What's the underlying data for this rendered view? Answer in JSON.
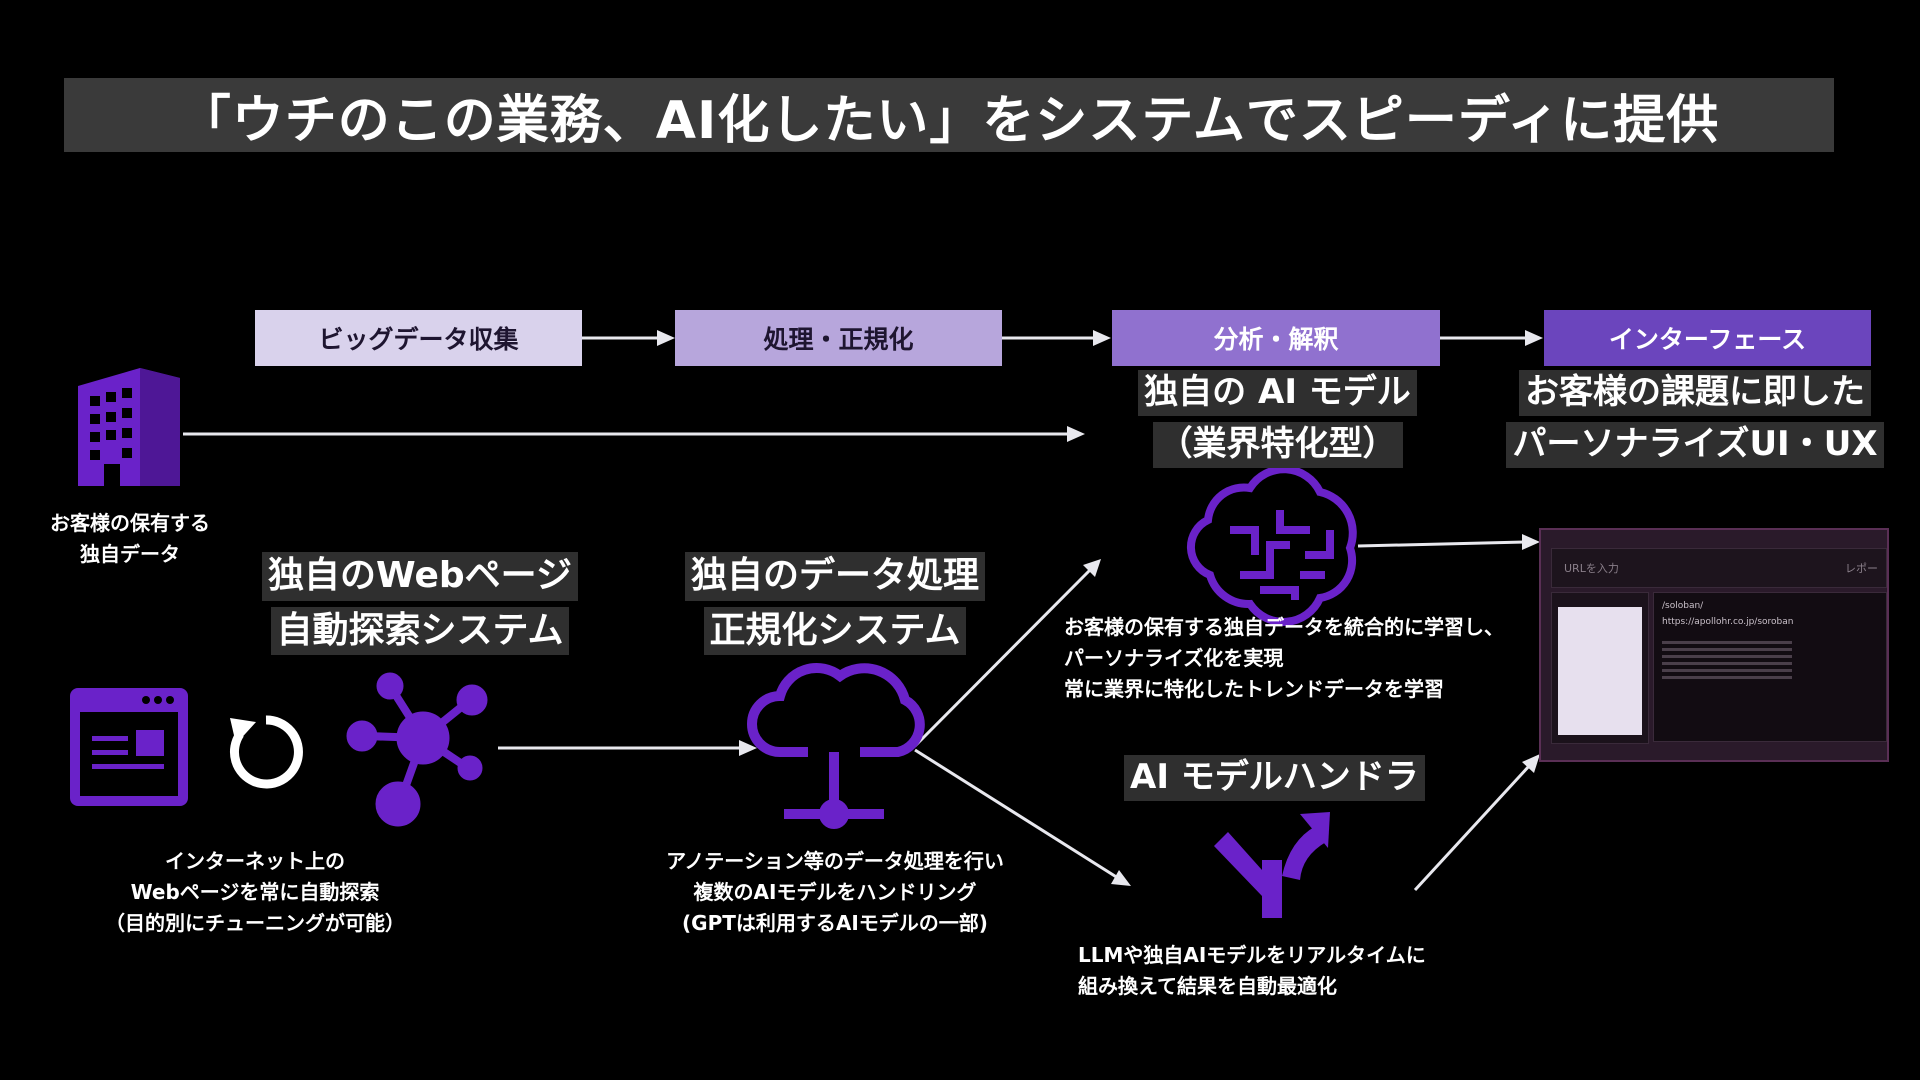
{
  "title": "「ウチのこの業務、AI化したい」をシステムでスピーディに提供",
  "stages": [
    {
      "label": "ビッグデータ収集",
      "color": "#d9d2ec"
    },
    {
      "label": "処理・正規化",
      "color": "#b7a6dc"
    },
    {
      "label": "分析・解釈",
      "color": "#9071cf"
    },
    {
      "label": "インターフェース",
      "color": "#6b45bd"
    }
  ],
  "customer_data": {
    "icon": "building-icon",
    "caption_lines": [
      "お客様の保有する",
      "独自データ"
    ]
  },
  "web_system": {
    "heading_lines": [
      "独自のWebページ",
      "自動探索システム"
    ],
    "icons": [
      "browser-window-icon",
      "refresh-icon",
      "network-hub-icon"
    ],
    "caption_lines": [
      "インターネット上の",
      "Webページを常に自動探索",
      "（目的別にチューニングが可能）"
    ]
  },
  "data_processing": {
    "heading_lines": [
      "独自のデータ処理",
      "正規化システム"
    ],
    "icon": "cloud-network-icon",
    "caption_lines": [
      "アノテーション等のデータ処理を行い",
      "複数のAIモデルをハンドリング",
      "(GPTは利用するAIモデルの一部)"
    ]
  },
  "ai_model": {
    "heading_lines": [
      "独自の AI モデル",
      "（業界特化型）"
    ],
    "icon": "brain-circuit-icon",
    "caption_lines": [
      "お客様の保有する独自データを統合的に学習し、",
      "パーソナライズ化を実現",
      "常に業界に特化したトレンドデータを学習"
    ]
  },
  "model_handler": {
    "heading": "AI モデルハンドラ",
    "icon": "fork-arrow-icon",
    "caption_lines": [
      "LLMや独自AIモデルをリアルタイムに",
      "組み換えて結果を自動最適化"
    ]
  },
  "interface": {
    "heading_lines": [
      "お客様の課題に即した",
      "パーソナライズUI・UX"
    ],
    "mock": {
      "url_placeholder": "URLを入力",
      "right_tab": "レポー",
      "path": "/soloban/",
      "url": "https://apollohr.co.jp/soroban"
    }
  },
  "accent_color": "#6a22c9"
}
